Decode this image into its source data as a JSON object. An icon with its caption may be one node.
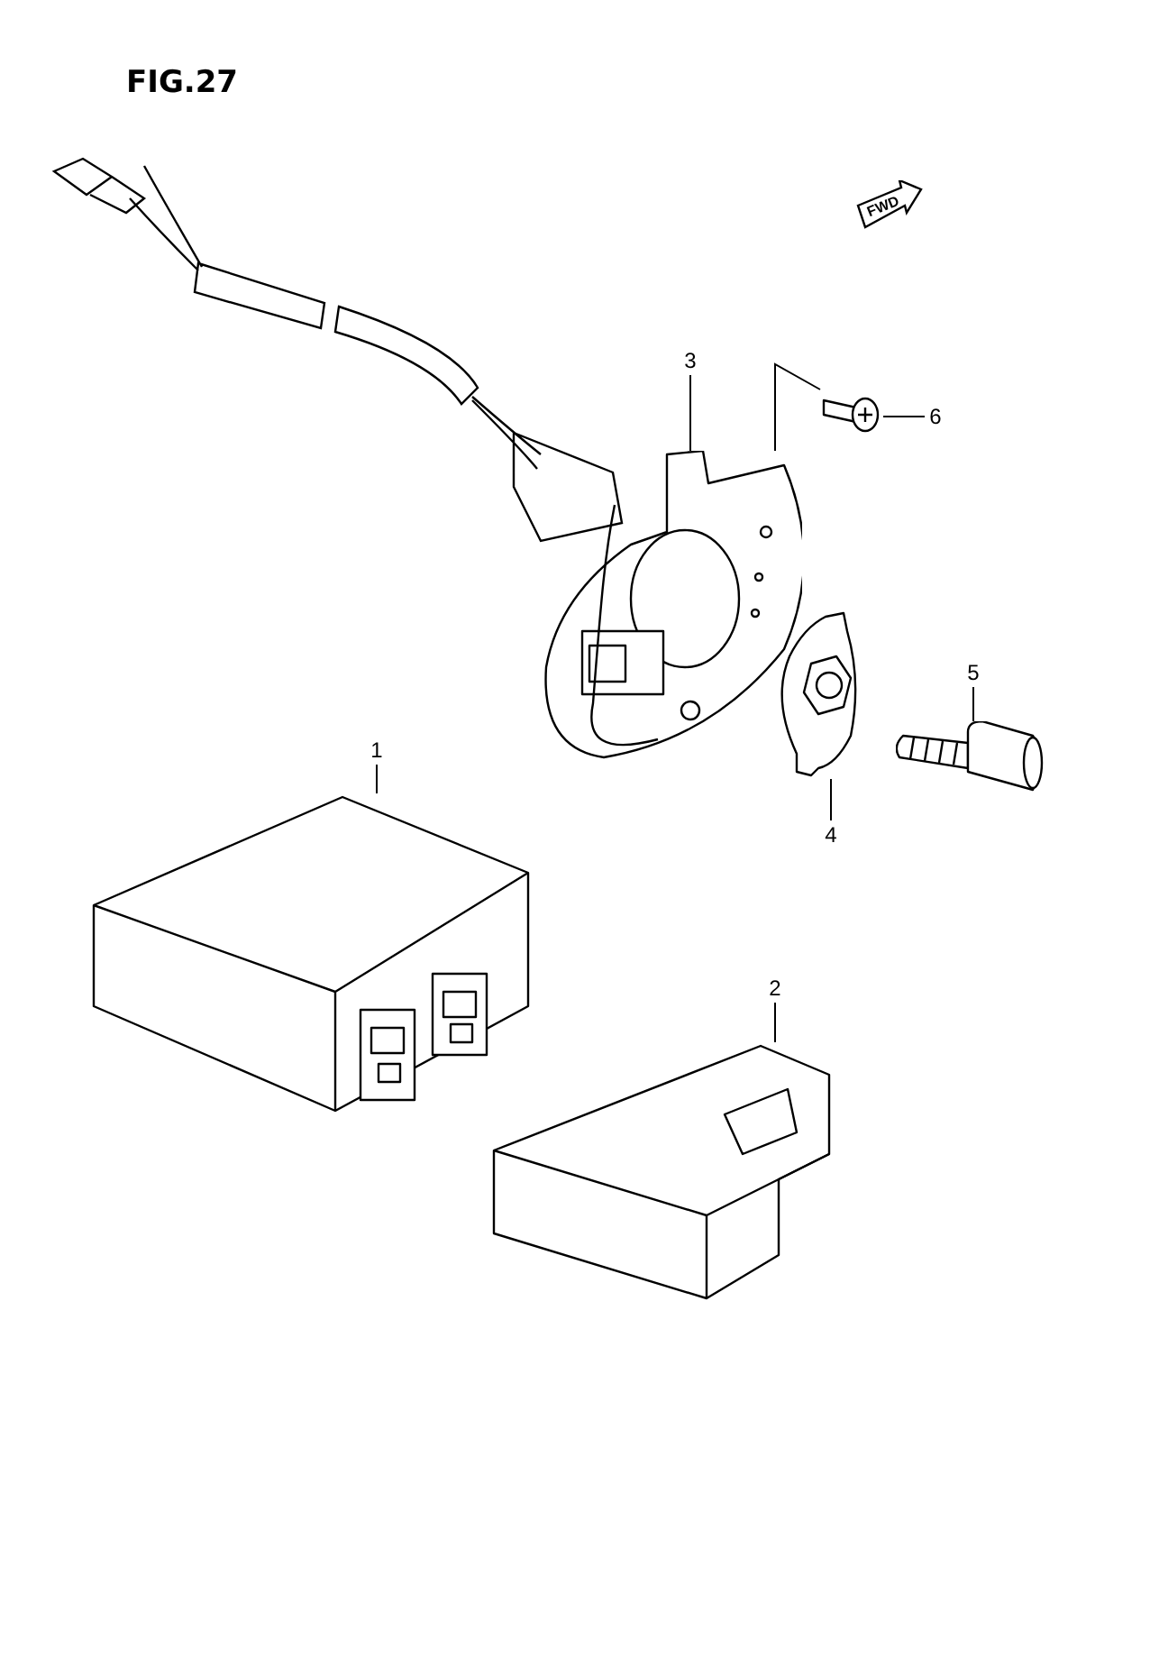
{
  "diagram": {
    "title": "FIG.27",
    "nodes": [
      {
        "text": [
          "1"
        ]
      },
      {
        "text": [],
        "shape": "picture"
      },
      {
        "text": [
          "2"
        ]
      },
      {
        "text": [],
        "shape": "picture"
      },
      {
        "text": [
          "3"
        ]
      },
      {
        "text": [],
        "shape": "picture"
      },
      {
        "text": [
          "4"
        ]
      },
      {
        "text": [],
        "shape": "picture"
      },
      {
        "text": [
          "5"
        ]
      },
      {
        "text": [],
        "shape": "picture"
      },
      {
        "text": [
          "6"
        ]
      },
      {
        "text": [],
        "shape": "picture"
      }
    ],
    "edges": [
      {
        "from": 0,
        "to": 1,
        "arrow": "none"
      },
      {
        "from": 2,
        "to": 3,
        "arrow": "none"
      },
      {
        "from": 4,
        "to": 5,
        "arrow": "none"
      },
      {
        "from": 6,
        "to": 7,
        "arrow": "none"
      },
      {
        "from": 8,
        "to": 9,
        "arrow": "none"
      },
      {
        "from": 10,
        "to": 11,
        "arrow": "none"
      },
      {
        "from": 11,
        "to": 5,
        "arrow": "none"
      }
    ],
    "labels": [
      "FWD"
    ]
  }
}
